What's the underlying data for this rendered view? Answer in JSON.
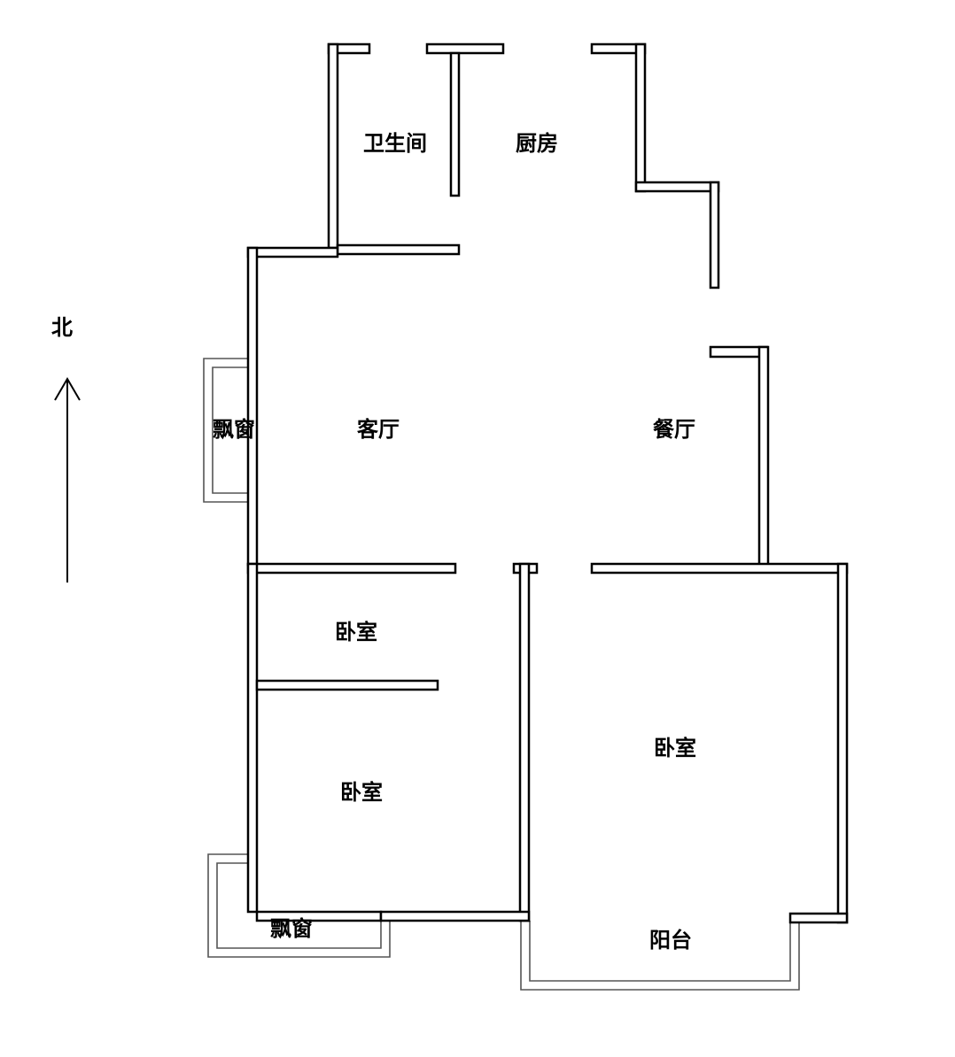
{
  "compass": {
    "label": "北"
  },
  "rooms": {
    "bathroom": "卫生间",
    "kitchen": "厨房",
    "bay_window_west": "飘窗",
    "living_room": "客厅",
    "dining_room": "餐厅",
    "bedroom_north": "卧室",
    "bedroom_south": "卧室",
    "bedroom_master": "卧室",
    "bay_window_south": "飘窗",
    "balcony": "阳台"
  },
  "colors": {
    "wall": "#000000",
    "background": "#ffffff",
    "window_outline": "#555555"
  }
}
